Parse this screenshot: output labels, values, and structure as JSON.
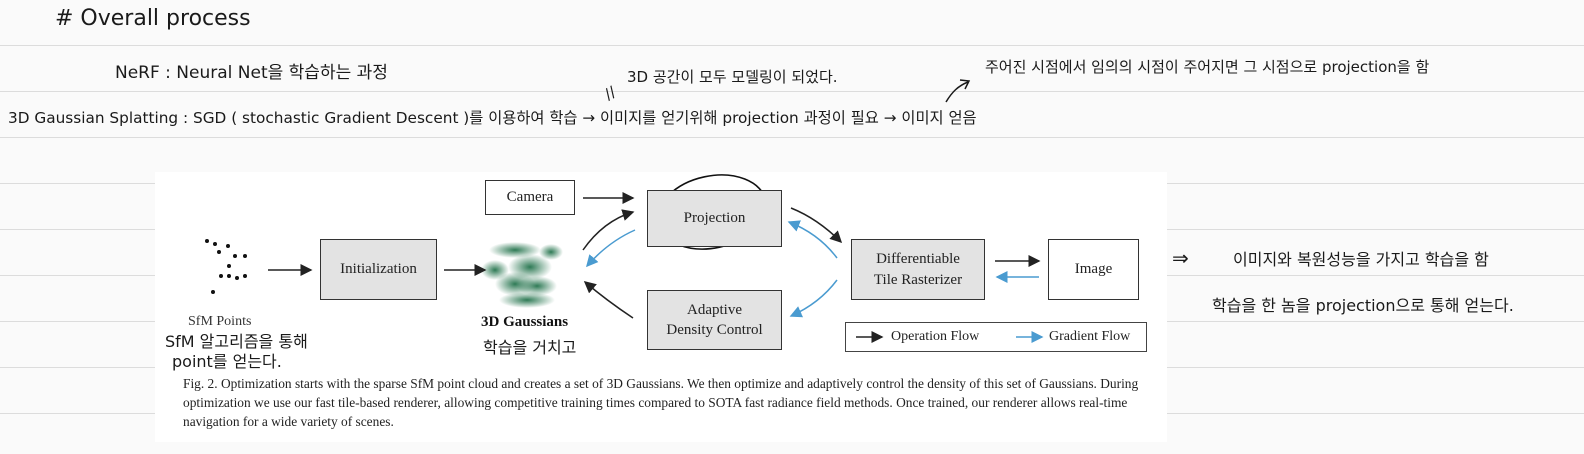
{
  "notes": {
    "title": "# Overall process",
    "nerf_line": "NeRF : Neural Net을 학습하는 과정",
    "annotation_space": "3D 공간이 모두 모델링이 되었다.",
    "annotation_ditto": "//",
    "annotation_viewpoint": "주어진 시점에서 임의의 시점이 주어지면 그 시점으로 projection을 함",
    "gs_line": "3D Gaussian Splatting : SGD ( stochastic Gradient Descent )를 이용하여 학습 → 이미지를 얻기위해 projection 과정이 필요 → 이미지 얻음",
    "right_arrow": "⇒",
    "right_note_1": "이미지와 복원성능을 가지고 학습을 함",
    "right_note_2": "학습을 한 놈을 projection으로 통해 얻는다.",
    "sfm_note_1": "SfM 알고리즘을 통해",
    "sfm_note_2": "point를 얻는다.",
    "gauss_note": "학습을 거치고"
  },
  "figure": {
    "boxes": {
      "camera": "Camera",
      "projection": "Projection",
      "initialization": "Initialization",
      "rasterizer_1": "Differentiable",
      "rasterizer_2": "Tile Rasterizer",
      "image": "Image",
      "density_1": "Adaptive",
      "density_2": "Density Control"
    },
    "labels": {
      "sfm_points": "SfM Points",
      "gaussians": "3D Gaussians"
    },
    "legend": {
      "operation": "Operation Flow",
      "gradient": "Gradient Flow"
    },
    "colors": {
      "operation_arrow": "#222222",
      "gradient_arrow": "#4a9bd0",
      "gaussian_green": "#2e7a55",
      "box_fill": "#e3e3e3"
    },
    "caption": "Fig. 2.  Optimization starts with the sparse SfM point cloud and creates a set of 3D Gaussians. We then optimize and adaptively control the density of this set of Gaussians. During optimization we use our fast tile-based renderer, allowing competitive training times compared to SOTA fast radiance field methods. Once trained, our renderer allows real-time navigation for a wide variety of scenes."
  }
}
